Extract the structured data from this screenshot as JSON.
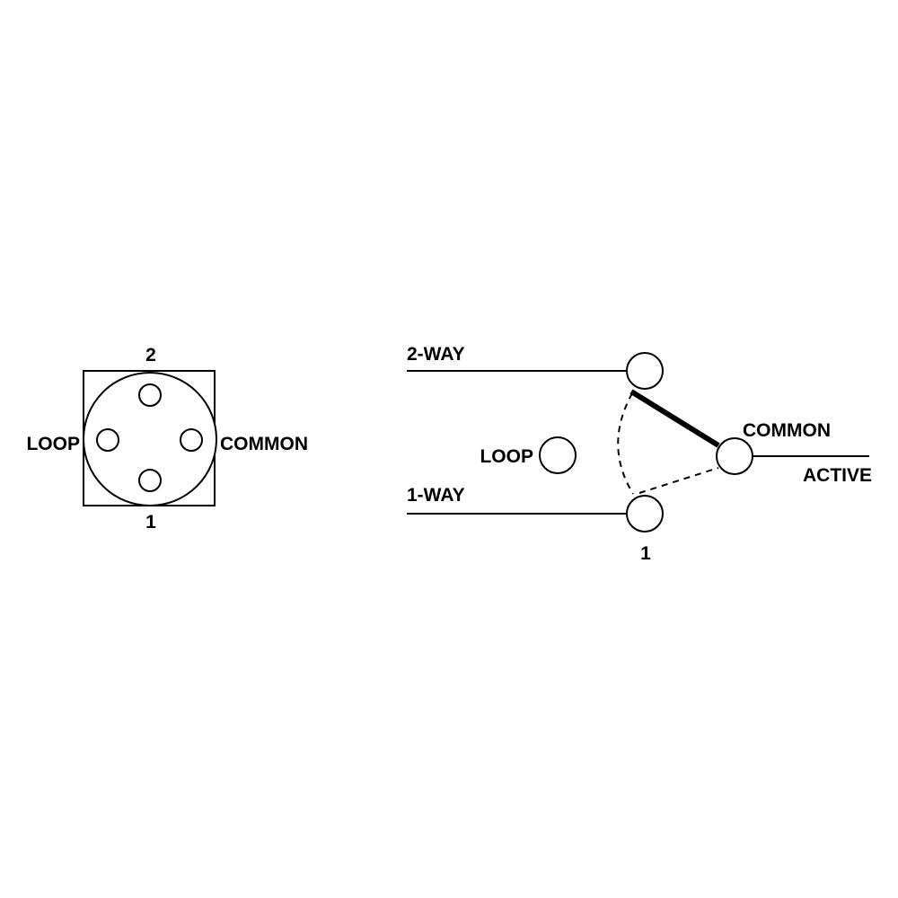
{
  "switch_face": {
    "top_terminal": "2",
    "bottom_terminal": "1",
    "left_terminal": "LOOP",
    "right_terminal": "COMMON"
  },
  "wiring": {
    "two_way_label": "2-WAY",
    "one_way_label": "1-WAY",
    "loop_label": "LOOP",
    "common_label": "COMMON",
    "active_label": "ACTIVE",
    "bottom_terminal_label": "1"
  },
  "colors": {
    "stroke": "#000000",
    "background": "#ffffff"
  }
}
